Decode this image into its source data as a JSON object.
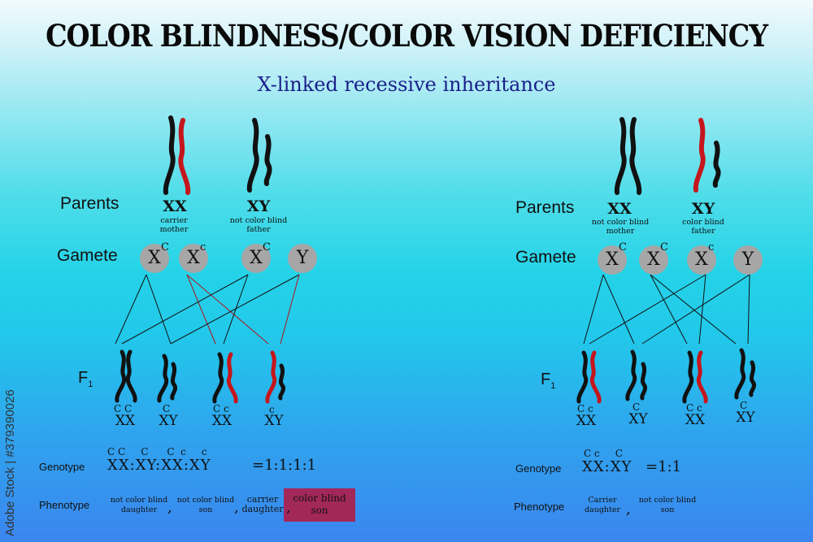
{
  "title": "COLOR BLINDNESS/COLOR VISION DEFICIENCY",
  "subtitle": "X-linked recessive inheritance",
  "watermark": "Adobe Stock | #379390026",
  "colors": {
    "black_chromosome": "#111111",
    "red_chromosome": "#c4161c",
    "gamete_fill": "#a6a6a6",
    "highlight_box": "#a3285a",
    "subtitle_color": "#1b1f8a"
  },
  "left": {
    "parents_label": "Parents",
    "gamete_label": "Gamete",
    "f1_label": "F",
    "f1_sub": "1",
    "mother_geno": "XX",
    "mother_desc": [
      "carrier",
      "mother"
    ],
    "father_geno": "XY",
    "father_desc": [
      "not color blind",
      "father"
    ],
    "gametes": [
      {
        "base": "X",
        "sup": "C"
      },
      {
        "base": "X",
        "sup": "c"
      },
      {
        "base": "X",
        "sup": "C"
      },
      {
        "base": "Y",
        "sup": ""
      }
    ],
    "offspring": [
      {
        "base": "XX",
        "sup": "C C"
      },
      {
        "base": "XY",
        "sup": "C"
      },
      {
        "base": "XX",
        "sup": "C c"
      },
      {
        "base": "XY",
        "sup": "c"
      }
    ],
    "genotype_label": "Genotype",
    "genotype_sup": "C C     C      C  c     c",
    "genotype_formula": "XX:XY:XX:XY",
    "genotype_ratio": "=1:1:1:1",
    "phenotype_label": "Phenotype",
    "phenotypes": [
      [
        "not color blind",
        "daughter"
      ],
      [
        "not color blind",
        "son"
      ],
      [
        "carrier",
        "daughter"
      ],
      [
        "color blind",
        "son"
      ]
    ],
    "sep": ","
  },
  "right": {
    "parents_label": "Parents",
    "gamete_label": "Gamete",
    "f1_label": "F",
    "f1_sub": "1",
    "mother_geno": "XX",
    "mother_desc": [
      "not color blind",
      "mother"
    ],
    "father_geno": "XY",
    "father_desc": [
      "color blind",
      "father"
    ],
    "gametes": [
      {
        "base": "X",
        "sup": "C"
      },
      {
        "base": "X",
        "sup": "C"
      },
      {
        "base": "X",
        "sup": "c"
      },
      {
        "base": "Y",
        "sup": ""
      }
    ],
    "offspring": [
      {
        "base": "XX",
        "sup": "C c"
      },
      {
        "base": "XY",
        "sup": "C"
      },
      {
        "base": "XX",
        "sup": "C c"
      },
      {
        "base": "XY",
        "sup": "C"
      }
    ],
    "genotype_label": "Genotype",
    "genotype_sup": "C c     C",
    "genotype_formula": "XX:XY",
    "genotype_ratio": "=1:1",
    "phenotype_label": "Phenotype",
    "phenotypes": [
      [
        "Carrier",
        "daughter"
      ],
      [
        "not color blind",
        "son"
      ]
    ],
    "sep": ","
  }
}
